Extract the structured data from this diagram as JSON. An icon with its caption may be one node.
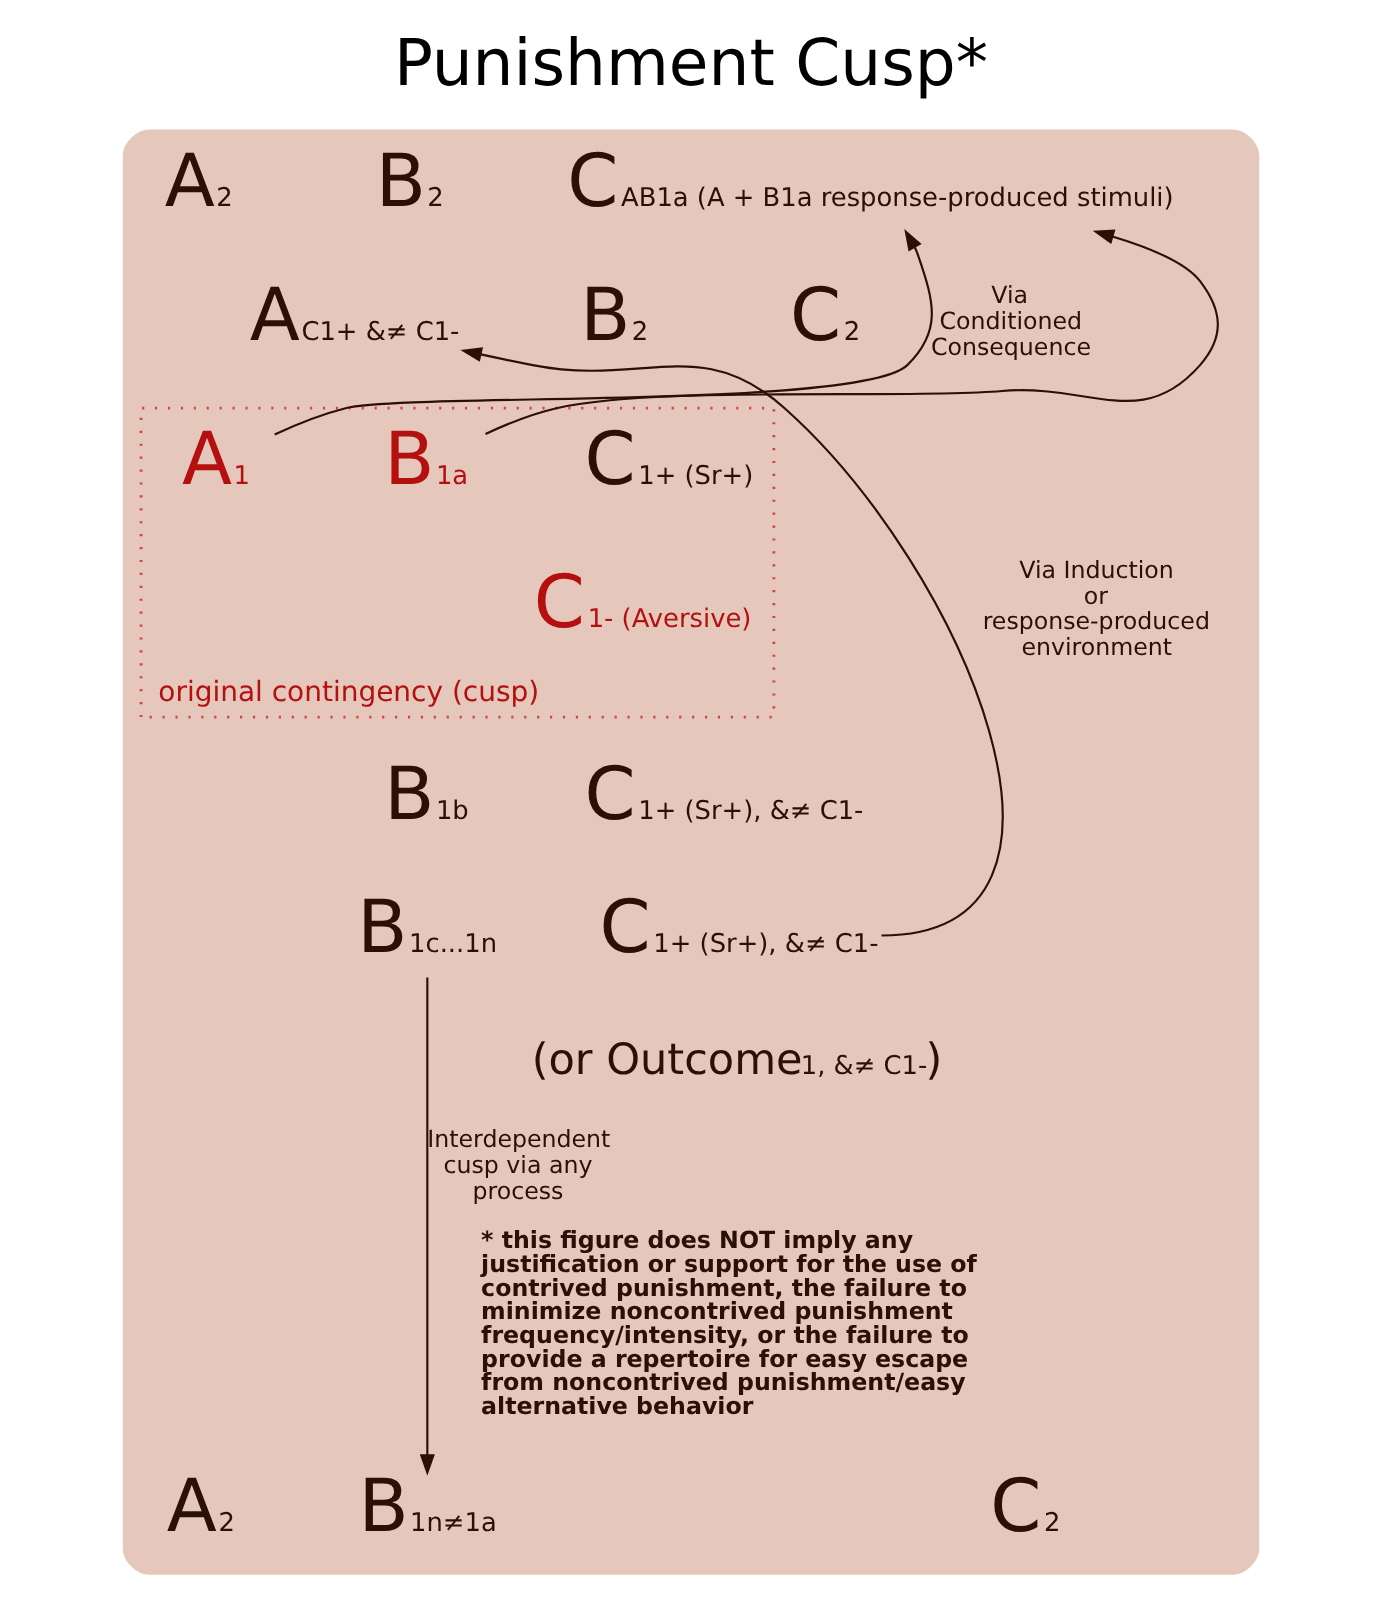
{
  "diagram": {
    "title": "Punishment Cusp*",
    "nodes": [
      {
        "text": [],
        "shape": "box"
      },
      {
        "text": [
          "C$_{AB1a (A + B1a response-produced stimuli)}$"
        ],
        "in": 0
      },
      {
        "text": [
          "A$_{C1+ &≠ C1-}$"
        ],
        "in": 0
      },
      {
        "text": [
          "original contingency (cusp)"
        ],
        "in": 0
      },
      {
        "text": [
          "A$_{1}$"
        ],
        "in": 3
      },
      {
        "text": [
          "B$_{1a}$"
        ],
        "in": 3
      },
      {
        "text": [
          "B$_{1c...1n}$"
        ],
        "in": 0
      },
      {
        "text": [
          "C$_{1+ (Sr+), &≠ C1-}$"
        ],
        "in": 0
      },
      {
        "text": [
          "B$_{1n≠1a}$"
        ],
        "in": 0
      }
    ],
    "edges": [
      {
        "from": 4,
        "to": 1,
        "arrow": "to",
        "label": "Via Conditioned Consequence"
      },
      {
        "from": 5,
        "to": 1,
        "arrow": "to"
      },
      {
        "from": 7,
        "to": 2,
        "arrow": "to",
        "label": "Via Induction or response-produced environment"
      },
      {
        "from": 6,
        "to": 8,
        "arrow": "to",
        "label": "Interdependent cusp via any process"
      }
    ],
    "labels": [
      "A$_{2}$",
      "B$_{2}$",
      "B$_{2}$",
      "C$_{2}$",
      "C$_{1+ (Sr+)}$",
      "C$_{1- (Aversive)}$",
      "B$_{1b}$",
      "C$_{1+ (Sr+), &≠ C1-}$",
      "(or Outcome$_{1, &≠ C1-}$)",
      "* this figure does NOT imply any justification or support for the use of contrived punishment, the failure to minimize noncontrived punishment frequency/intensity, or the failure to provide a repertoire for easy escape from noncontrived punishment/easy alternative behavior",
      "A$_{2}$",
      "C$_{2}$"
    ]
  }
}
